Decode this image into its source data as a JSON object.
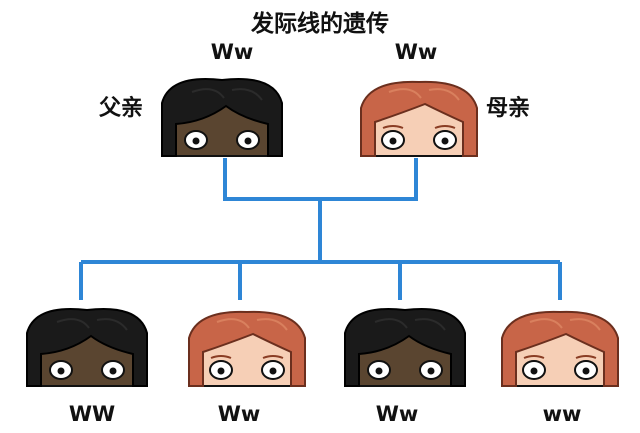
{
  "title": "发际线的遗传",
  "parents": [
    {
      "role": "父亲",
      "genotype": "Ww",
      "hair": "dark"
    },
    {
      "role": "母亲",
      "genotype": "Ww",
      "hair": "red"
    }
  ],
  "children": [
    {
      "genotype": "WW",
      "hair": "dark"
    },
    {
      "genotype": "Ww",
      "hair": "red"
    },
    {
      "genotype": "Ww",
      "hair": "dark"
    },
    {
      "genotype": "ww",
      "hair": "red"
    }
  ],
  "colors": {
    "line": "#2e86d6",
    "dark_hair": "#1a1a1a",
    "dark_skin": "#5a4530",
    "red_hair": "#c86548",
    "red_hair_light": "#d9805e",
    "light_skin": "#f6cfb6"
  }
}
